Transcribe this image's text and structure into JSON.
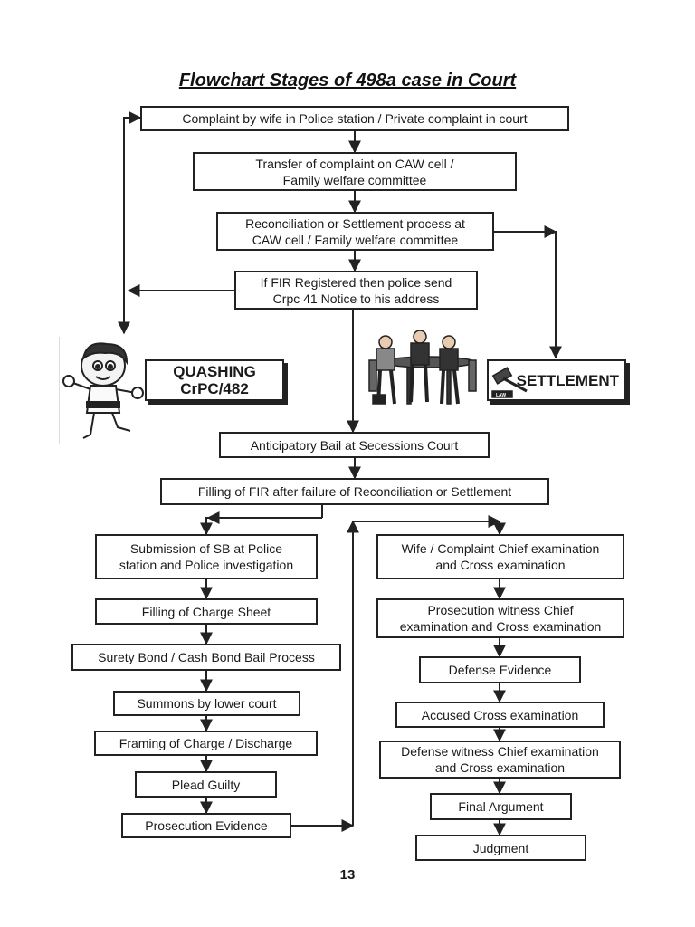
{
  "title": "Flowchart Stages of 498a case in Court",
  "page_number": "13",
  "boxes": {
    "complaint": "Complaint by wife in Police station / Private complaint in court",
    "transfer": "Transfer of complaint on CAW cell /\nFamily welfare committee",
    "reconciliation": "Reconciliation or Settlement process at\nCAW cell / Family welfare committee",
    "fir_registered": "If FIR Registered then police send\nCrpc 41 Notice to his address",
    "quashing": "QUASHING\nCrPC/482",
    "settlement": "SETTLEMENT",
    "anticipatory_bail": "Anticipatory Bail at Secessions Court",
    "filling_fir": "Filling of FIR after failure of Reconciliation or Settlement",
    "submission_sb": "Submission of SB at Police\nstation and Police investigation",
    "charge_sheet": "Filling of Charge Sheet",
    "surety_bond": "Surety Bond / Cash Bond Bail Process",
    "summons": "Summons by lower court",
    "framing_charge": "Framing of Charge / Discharge",
    "plead_guilty": "Plead Guilty",
    "prosecution_evidence": "Prosecution Evidence",
    "wife_examination": "Wife / Complaint Chief examination\nand Cross examination",
    "prosecution_witness": "Prosecution witness Chief\nexamination and Cross examination",
    "defense_evidence": "Defense Evidence",
    "accused_cross": "Accused Cross examination",
    "defense_witness": "Defense witness Chief examination\nand Cross examination",
    "final_argument": "Final Argument",
    "judgment": "Judgment"
  },
  "images": {
    "cartoon": "karate-cartoon-icon",
    "meeting": "meeting-people-icon",
    "gavel": "gavel-icon",
    "gavel_label": "LAW"
  },
  "colors": {
    "line": "#222222",
    "background": "#ffffff"
  }
}
